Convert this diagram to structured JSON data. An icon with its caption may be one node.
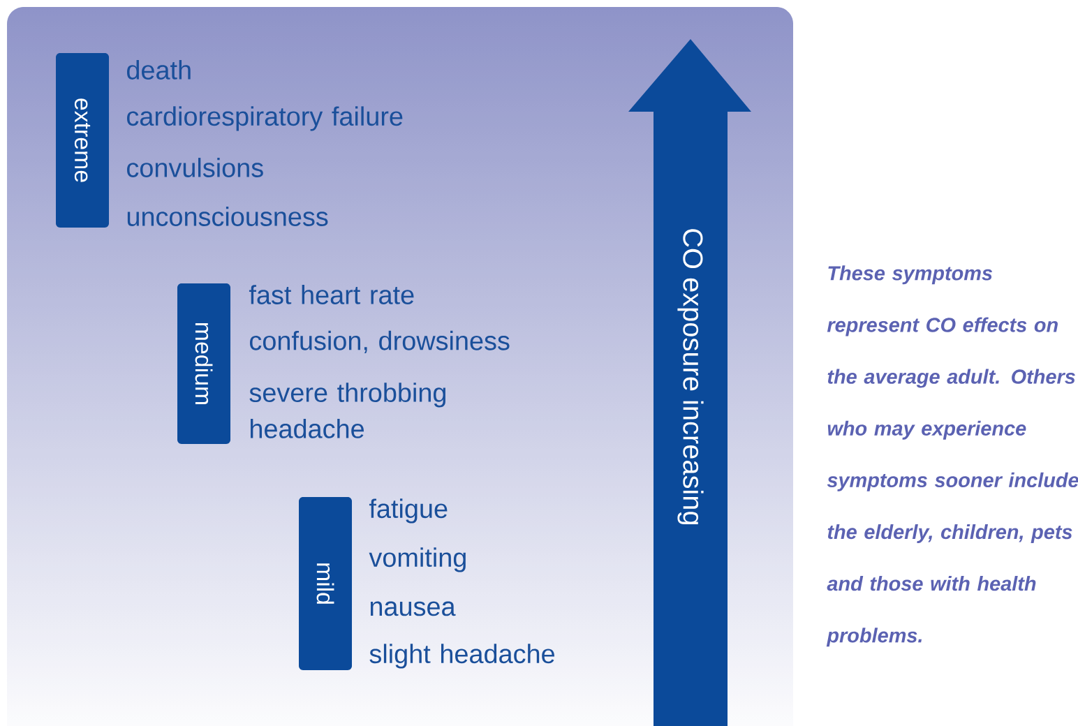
{
  "diagram": {
    "nodes": [
      {
        "text": [
          "extreme"
        ],
        "beside": [
          "death",
          "cardiorespiratory failure",
          "convulsions",
          "unconsciousness"
        ]
      },
      {
        "text": [
          "medium"
        ],
        "beside": [
          "fast heart rate",
          "confusion, drowsiness",
          "severe throbbing headache"
        ]
      },
      {
        "text": [
          "mild"
        ],
        "beside": [
          "fatigue",
          "vomiting",
          "nausea",
          "slight headache"
        ]
      },
      {
        "text": [
          "CO exposure increasing"
        ]
      }
    ],
    "labels": [
      "These symptoms represent CO effects on the average adult. Others who may experience symptoms sooner include the elderly, children, pets and those with health problems."
    ]
  }
}
